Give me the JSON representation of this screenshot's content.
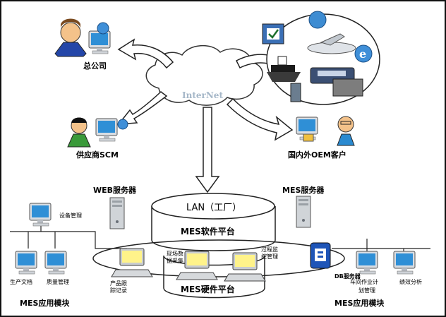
{
  "cloud_label": "InterNet",
  "lan_label": "LAN（工厂）",
  "mes_software_platform": "MES软件平台",
  "mes_hardware_platform": "MES硬件平台",
  "nodes": {
    "headquarters": "总公司",
    "supplier": "供应商SCM",
    "oem_customers": "国内外OEM客户",
    "web_server": "WEB服务器",
    "mes_server": "MES服务器",
    "db_server": "DB服务器"
  },
  "left_module": {
    "title": "MES应用模块",
    "items": [
      "设备管理",
      "生产文档",
      "质量管理"
    ]
  },
  "right_module": {
    "title": "MES应用模块",
    "items": [
      "车间作业计",
      "划管理",
      "绩效分析"
    ]
  },
  "terminals": {
    "product_tracking": [
      "产品跟",
      "踪记录"
    ],
    "field_data": [
      "现场数",
      "据采集"
    ],
    "process_monitor": [
      "过程监",
      "控管理"
    ]
  },
  "colors": {
    "cloud": "#ffffff",
    "arrow_fill": "#ffffff",
    "monitor_screen": "#2f8fd6",
    "monitor_body": "#d9dde2",
    "terminal_screen": "#fff38a",
    "db_icon": "#1e55b8"
  }
}
